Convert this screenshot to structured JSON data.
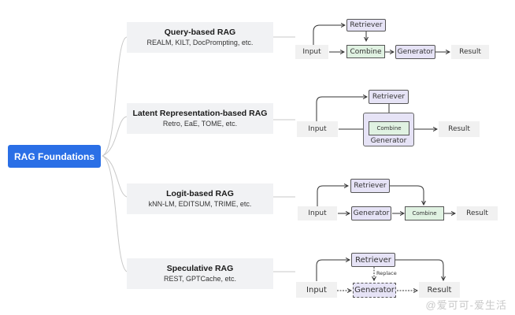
{
  "root": {
    "label": "RAG Foundations",
    "color": "#2a6fe6"
  },
  "branches": [
    {
      "title": "Query-based RAG",
      "examples": "REALM, KILT, DocPrompting, etc."
    },
    {
      "title": "Latent Representation-based RAG",
      "examples": "Retro, EaE, TOME, etc."
    },
    {
      "title": "Logit-based RAG",
      "examples": "kNN-LM, EDITSUM, TRIME, etc."
    },
    {
      "title": "Speculative RAG",
      "examples": "REST, GPTCache, etc."
    }
  ],
  "diagrams": {
    "query": {
      "input": "Input",
      "retriever": "Retriever",
      "combine": "Combine",
      "generator": "Generator",
      "result": "Result"
    },
    "latent": {
      "input": "Input",
      "retriever": "Retriever",
      "combine": "Combine",
      "generator": "Generator",
      "result": "Result"
    },
    "logit": {
      "input": "Input",
      "retriever": "Retriever",
      "generator": "Generator",
      "combine": "Combine",
      "result": "Result"
    },
    "speculative": {
      "input": "Input",
      "retriever": "Retriever",
      "replace": "Replace",
      "generator": "Generator",
      "result": "Result"
    }
  },
  "watermark": "@爱可可-爱生活"
}
